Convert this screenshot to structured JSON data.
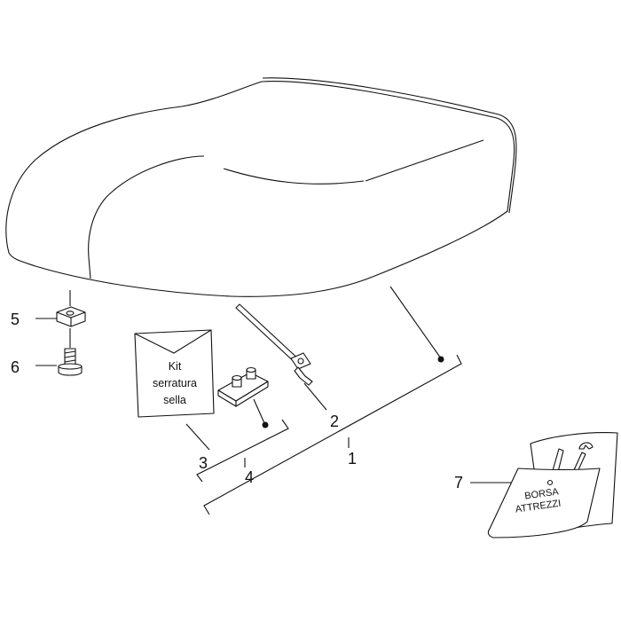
{
  "callouts": [
    {
      "id": "1",
      "label": "1"
    },
    {
      "id": "2",
      "label": "2"
    },
    {
      "id": "3",
      "label": "3"
    },
    {
      "id": "4",
      "label": "4"
    },
    {
      "id": "5",
      "label": "5"
    },
    {
      "id": "6",
      "label": "6"
    },
    {
      "id": "7",
      "label": "7"
    }
  ],
  "kit_envelope": {
    "line1": "Kit",
    "line2": "serratura",
    "line3": "sella"
  },
  "tool_bag": {
    "line1": "BORSA",
    "line2": "ATTREZZI"
  }
}
